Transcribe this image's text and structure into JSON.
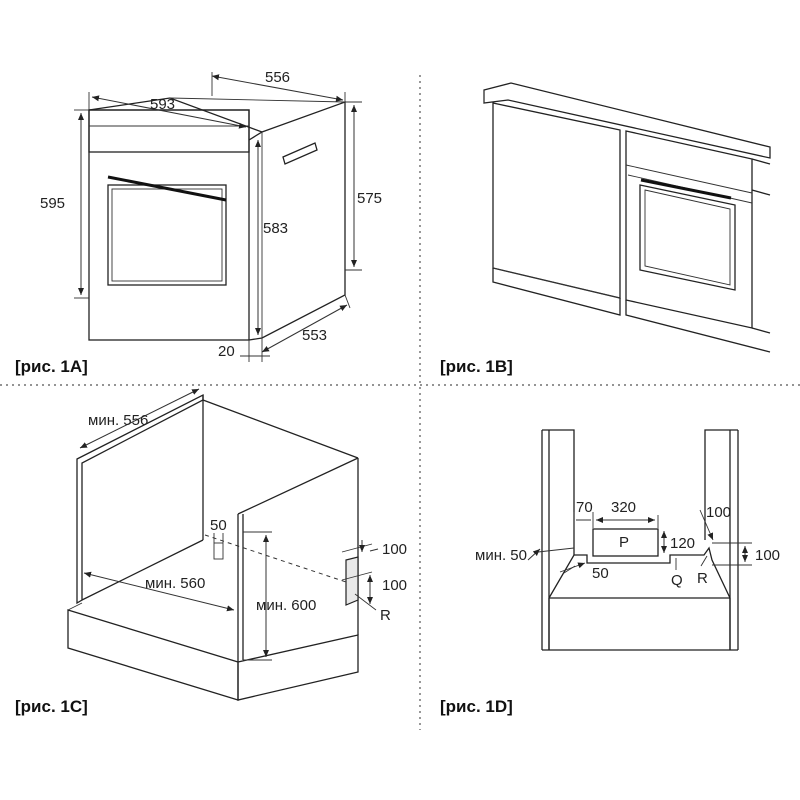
{
  "figures": {
    "fig_1a": {
      "caption": "[рис. 1A]",
      "dims": {
        "depth_total": "556",
        "width_front": "593",
        "height_front": "595",
        "height_body": "583",
        "height_side": "575",
        "depth_body": "553",
        "panel_thickness": "20"
      }
    },
    "fig_1b": {
      "caption": "[рис. 1B]"
    },
    "fig_1c": {
      "caption": "[рис. 1C]",
      "dims": {
        "min_depth": "мин. 556",
        "min_width": "мин. 560",
        "min_height": "мин. 600",
        "cutout_50": "50",
        "vent_100_top": "100",
        "vent_100_bottom": "100",
        "r_label": "R"
      }
    },
    "fig_1d": {
      "caption": "[рис. 1D]",
      "dims": {
        "d70": "70",
        "d320": "320",
        "p_label": "P",
        "d120": "120",
        "q_label": "Q",
        "d100_upper": "100",
        "d100_right": "100",
        "r_label": "R",
        "min50": "мин. 50",
        "d50": "50"
      }
    }
  }
}
